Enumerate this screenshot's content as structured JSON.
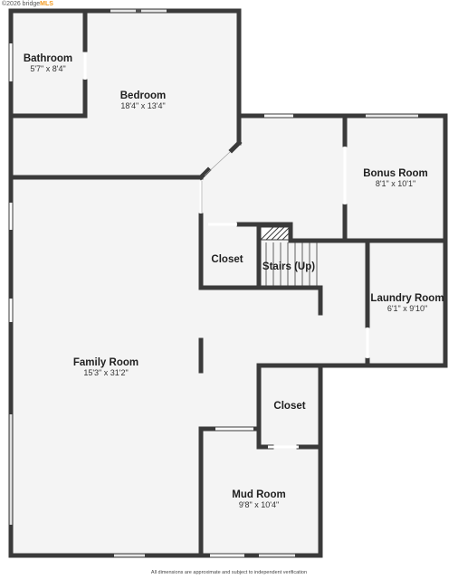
{
  "watermark": {
    "text": "©2026 bridge",
    "brand": "MLS"
  },
  "disclaimer": "All dimensions are approximate and subject to independent verification",
  "colors": {
    "floor": "#f4f4f4",
    "wall": "#3a3a3a",
    "window": "#ffffff",
    "stair_hatch": "#3a3a3a"
  },
  "rooms": [
    {
      "name": "Bathroom",
      "dims": "5'7\" x 8'4\""
    },
    {
      "name": "Bedroom",
      "dims": "18'4\" x 13'4\""
    },
    {
      "name": "Bonus Room",
      "dims": "8'1\" x 10'1\""
    },
    {
      "name": "Closet",
      "dims": ""
    },
    {
      "name": "Stairs (Up)",
      "dims": ""
    },
    {
      "name": "Laundry Room",
      "dims": "6'1\" x 9'10\""
    },
    {
      "name": "Family Room",
      "dims": "15'3\" x 31'2\""
    },
    {
      "name": "Closet",
      "dims": ""
    },
    {
      "name": "Mud Room",
      "dims": "9'8\" x 10'4\""
    }
  ]
}
